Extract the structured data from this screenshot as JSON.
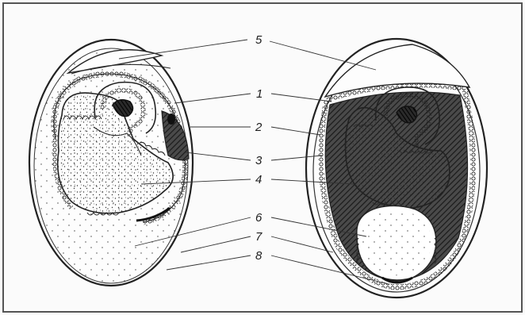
{
  "labels": {
    "l5": "5",
    "l1": "1",
    "l2": "2",
    "l3": "3",
    "l4": "4",
    "l6": "6",
    "l7": "7",
    "l8": "8"
  },
  "colors": {
    "ink": "#1e1e1e",
    "frame": "#555555",
    "paper": "#fbfbfb"
  }
}
